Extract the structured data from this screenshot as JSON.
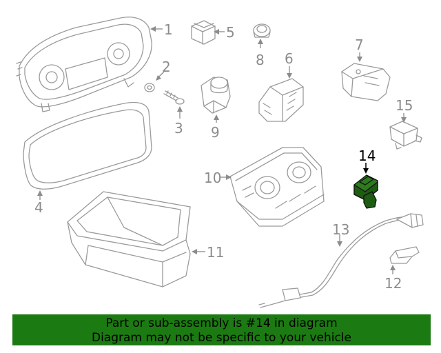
{
  "callouts": {
    "c1": "1",
    "c2": "2",
    "c3": "3",
    "c4": "4",
    "c5": "5",
    "c6": "6",
    "c7": "7",
    "c8": "8",
    "c9": "9",
    "c10": "10",
    "c11": "11",
    "c12": "12",
    "c13": "13",
    "c14": "14",
    "c15": "15"
  },
  "highlight": {
    "part": "14",
    "color": "#2d7a1f"
  },
  "banner": {
    "line1": "Part or sub-assembly is #14 in diagram",
    "line2": "Diagram may not be specific to your vehicle",
    "color": "#1c7a12"
  }
}
